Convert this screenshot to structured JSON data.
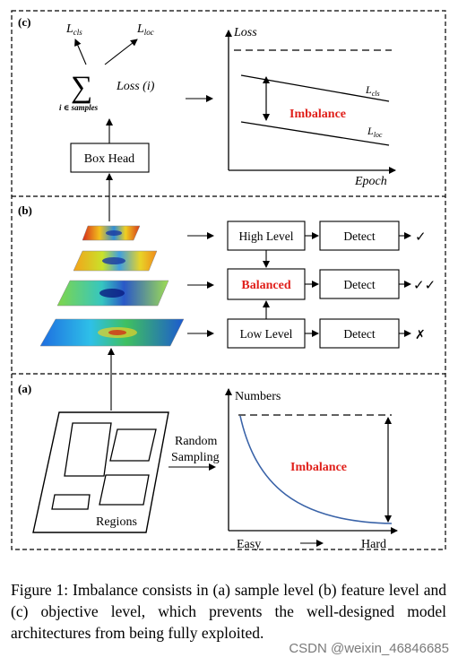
{
  "panel_c": {
    "tag": "(c)",
    "l_cls": "L",
    "l_cls_sub": "cls",
    "l_loc": "L",
    "l_loc_sub": "loc",
    "sum_symbol": "∑",
    "sum_sub": "i ∈ samples",
    "loss_i": "Loss (i)",
    "box_head": "Box Head",
    "plot": {
      "y_label": "Loss",
      "x_label": "Epoch",
      "imbalance": "Imbalance",
      "curve_cls": "L",
      "curve_cls_sub": "cls",
      "curve_loc": "L",
      "curve_loc_sub": "loc"
    }
  },
  "panel_b": {
    "tag": "(b)",
    "high_level": "High Level",
    "balanced": "Balanced",
    "low_level": "Low Level",
    "detect": "Detect",
    "mark_high": "✓",
    "mark_balanced": "✓✓",
    "mark_low": "✗"
  },
  "panel_a": {
    "tag": "(a)",
    "regions": "Regions",
    "random": "Random",
    "sampling": "Sampling",
    "numbers": "Numbers",
    "imbalance": "Imbalance",
    "easy": "Easy",
    "hard": "Hard"
  },
  "caption": "Figure 1: Imbalance consists in (a) sample level (b) feature level and (c) objective level, which prevents the well-designed model architectures from being fully exploited.",
  "watermark": "CSDN @weixin_46846685",
  "colors": {
    "accent_red": "#e0201b",
    "curve_blue": "#3a63a8"
  }
}
